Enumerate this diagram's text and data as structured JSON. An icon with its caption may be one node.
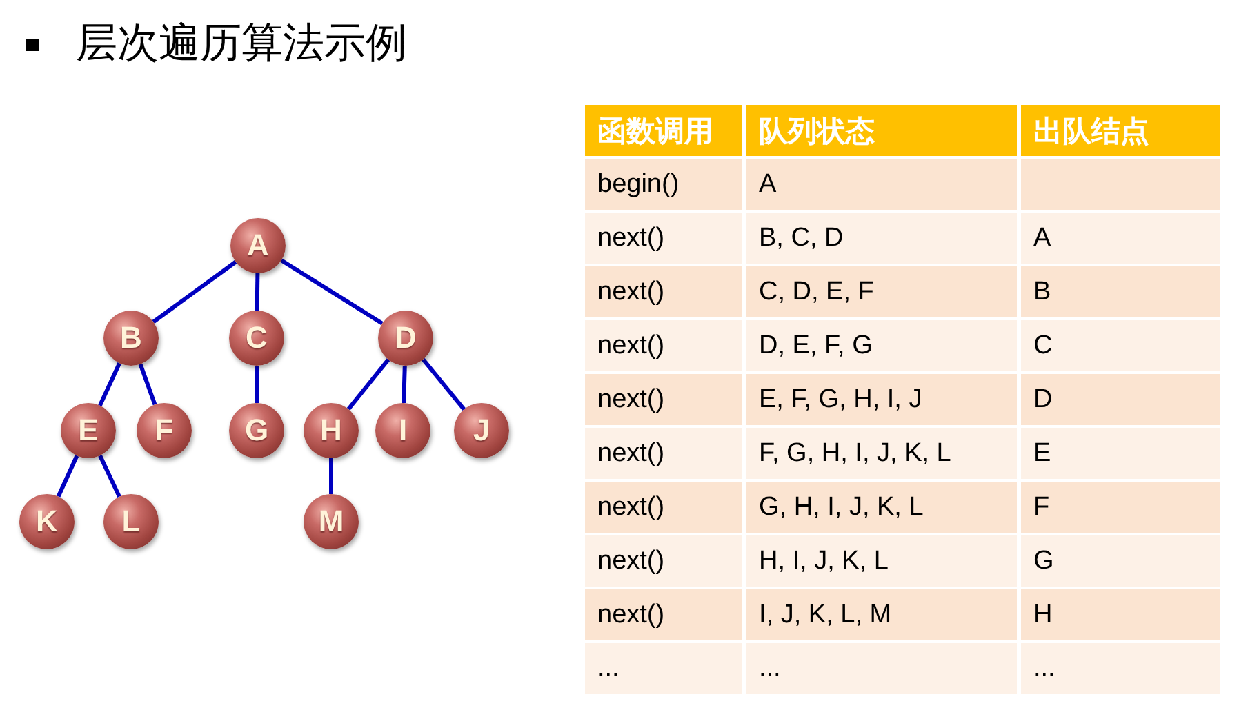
{
  "diagram": {
    "title": "层次遍历算法示例",
    "nodes": [
      {
        "text": [
          "A"
        ]
      },
      {
        "text": [
          "B"
        ]
      },
      {
        "text": [
          "C"
        ]
      },
      {
        "text": [
          "D"
        ]
      },
      {
        "text": [
          "E"
        ]
      },
      {
        "text": [
          "F"
        ]
      },
      {
        "text": [
          "G"
        ]
      },
      {
        "text": [
          "H"
        ]
      },
      {
        "text": [
          "I"
        ]
      },
      {
        "text": [
          "J"
        ]
      },
      {
        "text": [
          "K"
        ]
      },
      {
        "text": [
          "L"
        ]
      },
      {
        "text": [
          "M"
        ]
      }
    ],
    "edges": [
      {
        "from": 0,
        "to": 1,
        "arrow": "none"
      },
      {
        "from": 0,
        "to": 2,
        "arrow": "none"
      },
      {
        "from": 0,
        "to": 3,
        "arrow": "none"
      },
      {
        "from": 1,
        "to": 4,
        "arrow": "none"
      },
      {
        "from": 1,
        "to": 5,
        "arrow": "none"
      },
      {
        "from": 2,
        "to": 6,
        "arrow": "none"
      },
      {
        "from": 3,
        "to": 7,
        "arrow": "none"
      },
      {
        "from": 3,
        "to": 8,
        "arrow": "none"
      },
      {
        "from": 3,
        "to": 9,
        "arrow": "none"
      },
      {
        "from": 4,
        "to": 10,
        "arrow": "none"
      },
      {
        "from": 4,
        "to": 11,
        "arrow": "none"
      },
      {
        "from": 7,
        "to": 12,
        "arrow": "none"
      }
    ],
    "labels": [
      "函数调用",
      "队列状态",
      "出队结点",
      "begin()",
      "A",
      "next()",
      "B, C, D",
      "A",
      "next()",
      "C, D, E, F",
      "B",
      "next()",
      "D, E, F, G",
      "C",
      "next()",
      "E, F, G, H, I, J",
      "D",
      "next()",
      "F, G, H, I, J, K, L",
      "E",
      "next()",
      "G, H, I, J, K, L",
      "F",
      "next()",
      "H, I, J, K, L",
      "G",
      "next()",
      "I, J, K, L, M",
      "H",
      "...",
      "...",
      "..."
    ]
  }
}
